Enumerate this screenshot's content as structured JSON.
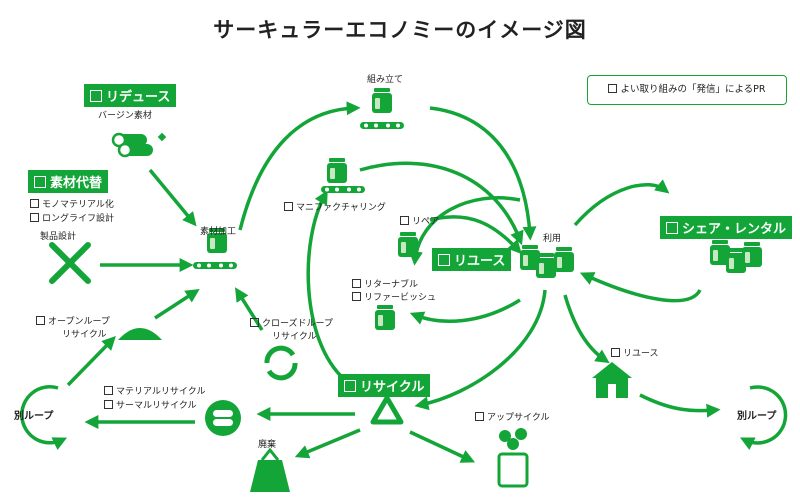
{
  "title": "サーキュラーエコノミーのイメージ図",
  "pr_note": "よい取り組みの「発信」によるPR",
  "boxes": {
    "reduce": "リデュース",
    "substitute": "素材代替",
    "reuse": "リユース",
    "recycle": "リサイクル",
    "share": "シェア・レンタル"
  },
  "labels": {
    "virgin": "バージン素材",
    "mono": "モノマテリアル化",
    "longlife": "ロングライフ設計",
    "product_design": "製品設計",
    "processing": "素材加工",
    "assembly": "組み立て",
    "manufacturing": "マニファクチャリング",
    "repair": "リペア",
    "use": "利用",
    "returnable": "リターナブル",
    "refill": "リファービッシュ",
    "open_loop": "オープンループ",
    "open_loop_2": "リサイクル",
    "closed_loop": "クローズドループ",
    "closed_loop_2": "リサイクル",
    "material": "マテリアルリサイクル",
    "thermal": "サーマルリサイクル",
    "waste": "廃棄",
    "upcycle": "アップサイクル",
    "reuse_small": "リユース",
    "other_loop_left": "別ループ",
    "other_loop_right": "別ループ"
  },
  "colors": {
    "green": "#13a538",
    "dark_green": "#0f8a2e",
    "light_green": "#c7e8c0",
    "white": "#ffffff"
  },
  "icons": [
    "wood-logs-icon",
    "tools-icon",
    "conveyor-icon",
    "jar-icon",
    "recycle-icon",
    "house-icon",
    "bag-icon",
    "flower-jar-icon",
    "pile-icon",
    "cycle-arrows-icon"
  ]
}
